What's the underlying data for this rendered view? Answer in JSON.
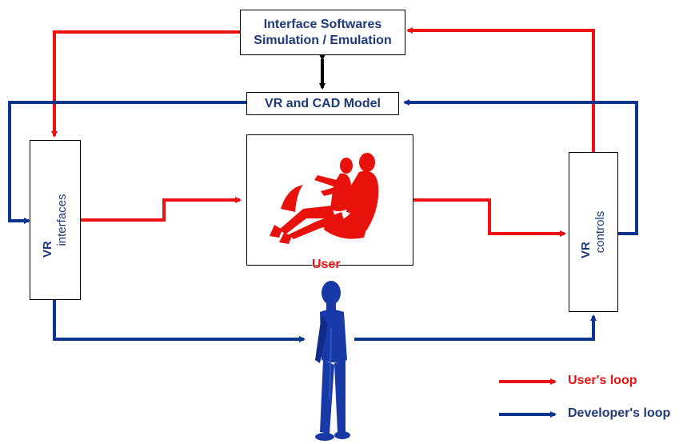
{
  "boxes": {
    "interface_softwares": {
      "line1": "Interface Softwares",
      "line2": "Simulation / Emulation"
    },
    "vr_cad_model": {
      "label": "VR and CAD Model"
    },
    "vr_interfaces": {
      "line1": "VR",
      "line2": "interfaces"
    },
    "vr_controls": {
      "line1": "VR",
      "line2": "controls"
    },
    "user": {
      "label": "User"
    }
  },
  "legend": {
    "users_loop": "User's loop",
    "developers_loop": "Developer's loop"
  },
  "colors": {
    "user_loop": "#ee1111",
    "developer_loop": "#0d3590",
    "text_blue": "#1f3a7a",
    "figure_red": "#e8120c",
    "figure_blue": "#173aa6"
  }
}
